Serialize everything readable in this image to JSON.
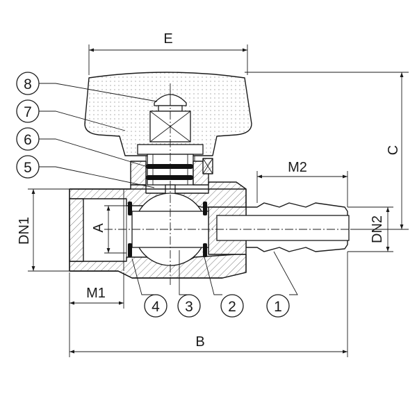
{
  "dimensions": {
    "E": "E",
    "C": "C",
    "M2": "M2",
    "DN1": "DN1",
    "A": "A",
    "DN2": "DN2",
    "M1": "M1",
    "B": "B"
  },
  "callouts": [
    "8",
    "7",
    "6",
    "5",
    "4",
    "3",
    "2",
    "1"
  ]
}
